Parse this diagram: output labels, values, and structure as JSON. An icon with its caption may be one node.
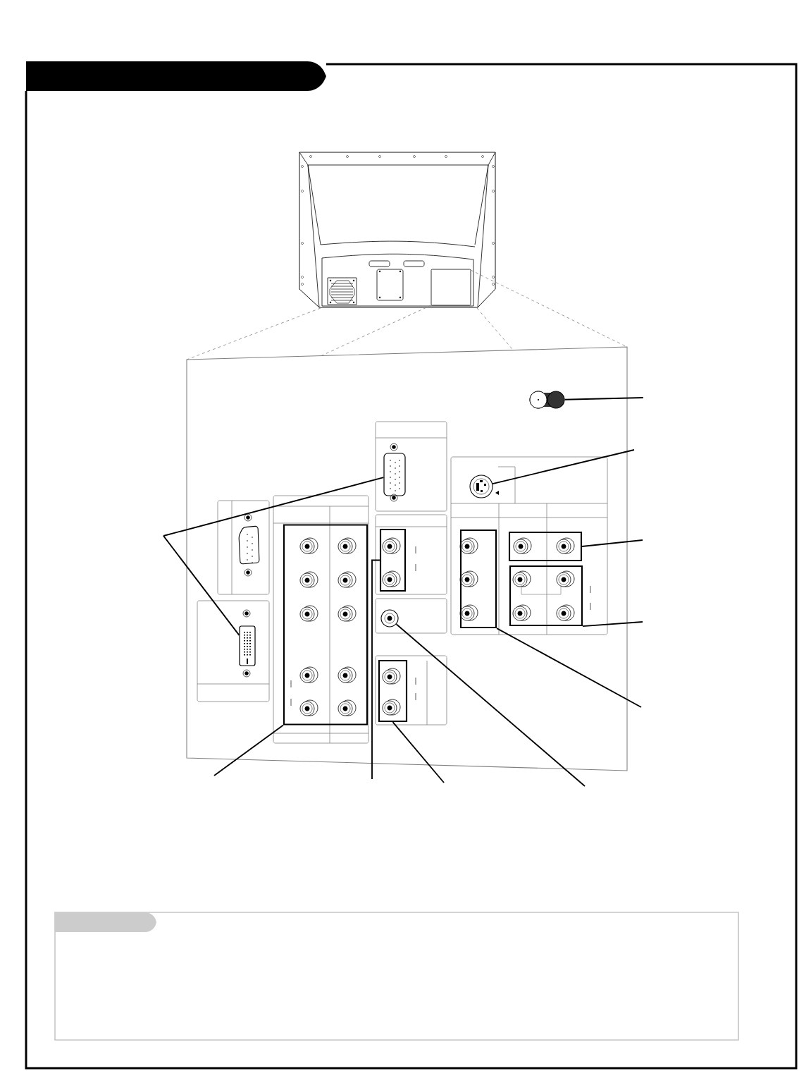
{
  "diagram": {
    "nodes": [
      {
        "text": [],
        "shape": "circle"
      },
      {
        "text": [],
        "shape": "box"
      },
      {
        "text": [],
        "shape": "box"
      },
      {
        "text": [],
        "shape": "circle"
      },
      {
        "text": [],
        "shape": "box"
      },
      {
        "text": [],
        "shape": "box"
      },
      {
        "text": [],
        "shape": "box"
      },
      {
        "text": [],
        "shape": "box"
      },
      {
        "text": [],
        "shape": "box"
      },
      {
        "text": [],
        "shape": "circle"
      },
      {
        "text": [],
        "shape": "box"
      }
    ],
    "edges": [
      {
        "from": null,
        "to": 0,
        "arrow": "none"
      },
      {
        "from": null,
        "to": 1,
        "arrow": "none"
      },
      {
        "from": null,
        "to": 2,
        "arrow": "none"
      },
      {
        "from": null,
        "to": 3,
        "arrow": "none"
      },
      {
        "from": null,
        "to": 4,
        "arrow": "none"
      },
      {
        "from": null,
        "to": 5,
        "arrow": "none"
      },
      {
        "from": null,
        "to": 6,
        "arrow": "none"
      },
      {
        "from": null,
        "to": 7,
        "arrow": "none"
      },
      {
        "from": null,
        "to": 8,
        "arrow": "none"
      },
      {
        "from": null,
        "to": 9,
        "arrow": "none"
      },
      {
        "from": null,
        "to": 10,
        "arrow": "none"
      }
    ]
  }
}
